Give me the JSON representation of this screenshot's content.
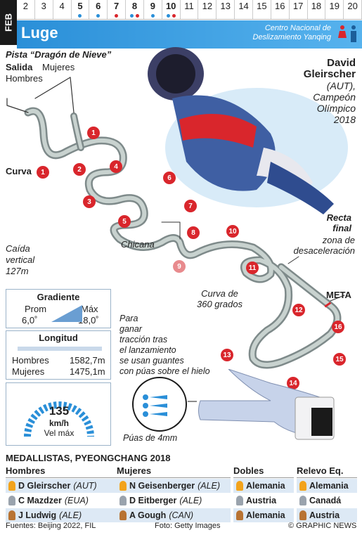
{
  "calendar": {
    "month": "FEB",
    "days": [
      {
        "n": "2",
        "bold": false,
        "dots": []
      },
      {
        "n": "3",
        "bold": false,
        "dots": []
      },
      {
        "n": "4",
        "bold": false,
        "dots": []
      },
      {
        "n": "5",
        "bold": true,
        "dots": [
          "#2a8fd8"
        ]
      },
      {
        "n": "6",
        "bold": true,
        "dots": [
          "#2a8fd8"
        ]
      },
      {
        "n": "7",
        "bold": true,
        "dots": [
          "#d9262c"
        ]
      },
      {
        "n": "8",
        "bold": true,
        "dots": [
          "#2a8fd8",
          "#d9262c"
        ]
      },
      {
        "n": "9",
        "bold": true,
        "dots": [
          "#2a8fd8"
        ]
      },
      {
        "n": "10",
        "bold": true,
        "dots": [
          "#2a8fd8",
          "#d9262c"
        ]
      },
      {
        "n": "11",
        "bold": false,
        "dots": []
      },
      {
        "n": "12",
        "bold": false,
        "dots": []
      },
      {
        "n": "13",
        "bold": false,
        "dots": []
      },
      {
        "n": "14",
        "bold": false,
        "dots": []
      },
      {
        "n": "15",
        "bold": false,
        "dots": []
      },
      {
        "n": "16",
        "bold": false,
        "dots": []
      },
      {
        "n": "17",
        "bold": false,
        "dots": []
      },
      {
        "n": "18",
        "bold": false,
        "dots": []
      },
      {
        "n": "19",
        "bold": false,
        "dots": []
      },
      {
        "n": "20",
        "bold": false,
        "dots": []
      }
    ]
  },
  "header": {
    "title": "Luge",
    "venue_line1": "Centro Nacional de",
    "venue_line2": "Deslizamiento Yanqing"
  },
  "track": {
    "name": "Pista “Dragón de Nieve”",
    "start": "Salida",
    "women": "Mujeres",
    "men": "Hombres",
    "curve_label": "Curva",
    "drop_line1": "Caída",
    "drop_line2": "vertical",
    "drop_line3": "127m",
    "chicane": "Chicana",
    "curve360_line1": "Curva de",
    "curve360_line2": "360 grados",
    "final_line1": "Recta",
    "final_line2": "final",
    "decel_line1": "zona de",
    "decel_line2": "desaceleración",
    "finish": "META",
    "curves": [
      "1",
      "2",
      "3",
      "4",
      "5",
      "6",
      "7",
      "8",
      "9",
      "10",
      "11",
      "12",
      "13",
      "14",
      "15",
      "16"
    ]
  },
  "athlete": {
    "name_line1": "David",
    "name_line2": "Gleirscher",
    "country": "(AUT),",
    "title_line1": "Campeón",
    "title_line2": "Olímpico",
    "title_line3": "2018"
  },
  "gradient": {
    "title": "Gradiente",
    "avg_label": "Prom",
    "avg_value": "6,0˚",
    "max_label": "Máx",
    "max_value": "18,0˚"
  },
  "length": {
    "title": "Longitud",
    "men_label": "Hombres",
    "men_value": "1582,7m",
    "women_label": "Mujeres",
    "women_value": "1475,1m"
  },
  "speed": {
    "value": "135",
    "unit": "km/h",
    "label": "Vel máx"
  },
  "glove": {
    "line1": "Para",
    "line2": "ganar",
    "line3": "tracción tras",
    "line4": "el lanzamiento",
    "line5": "se usan guantes",
    "line6": "con púas sobre el hielo",
    "spikes": "Púas de 4mm"
  },
  "medals": {
    "title": "MEDALLISTAS, PYEONGCHANG 2018",
    "columns": [
      "Hombres",
      "Mujeres",
      "Dobles",
      "Relevo Eq."
    ],
    "men": [
      {
        "name": "D Gleirscher",
        "country": "(AUT)"
      },
      {
        "name": "C Mazdzer",
        "country": "(EUA)"
      },
      {
        "name": "J Ludwig",
        "country": "(ALE)"
      }
    ],
    "women": [
      {
        "name": "N Geisenberger",
        "country": "(ALE)"
      },
      {
        "name": "D Eitberger",
        "country": "(ALE)"
      },
      {
        "name": "A Gough",
        "country": "(CAN)"
      }
    ],
    "doubles": [
      "Alemania",
      "Austria",
      "Alemania"
    ],
    "relay": [
      "Alemania",
      "Canadá",
      "Austria"
    ]
  },
  "footer": {
    "sources": "Fuentes: Beijing 2022, FIL",
    "photo": "Foto: Getty Images",
    "credit": "© GRAPHIC NEWS"
  },
  "colors": {
    "accent": "#2a8fd8",
    "curve": "#d9262c",
    "gold": "#f2a31c",
    "silver": "#9aa3ad",
    "bronze": "#b87333"
  }
}
